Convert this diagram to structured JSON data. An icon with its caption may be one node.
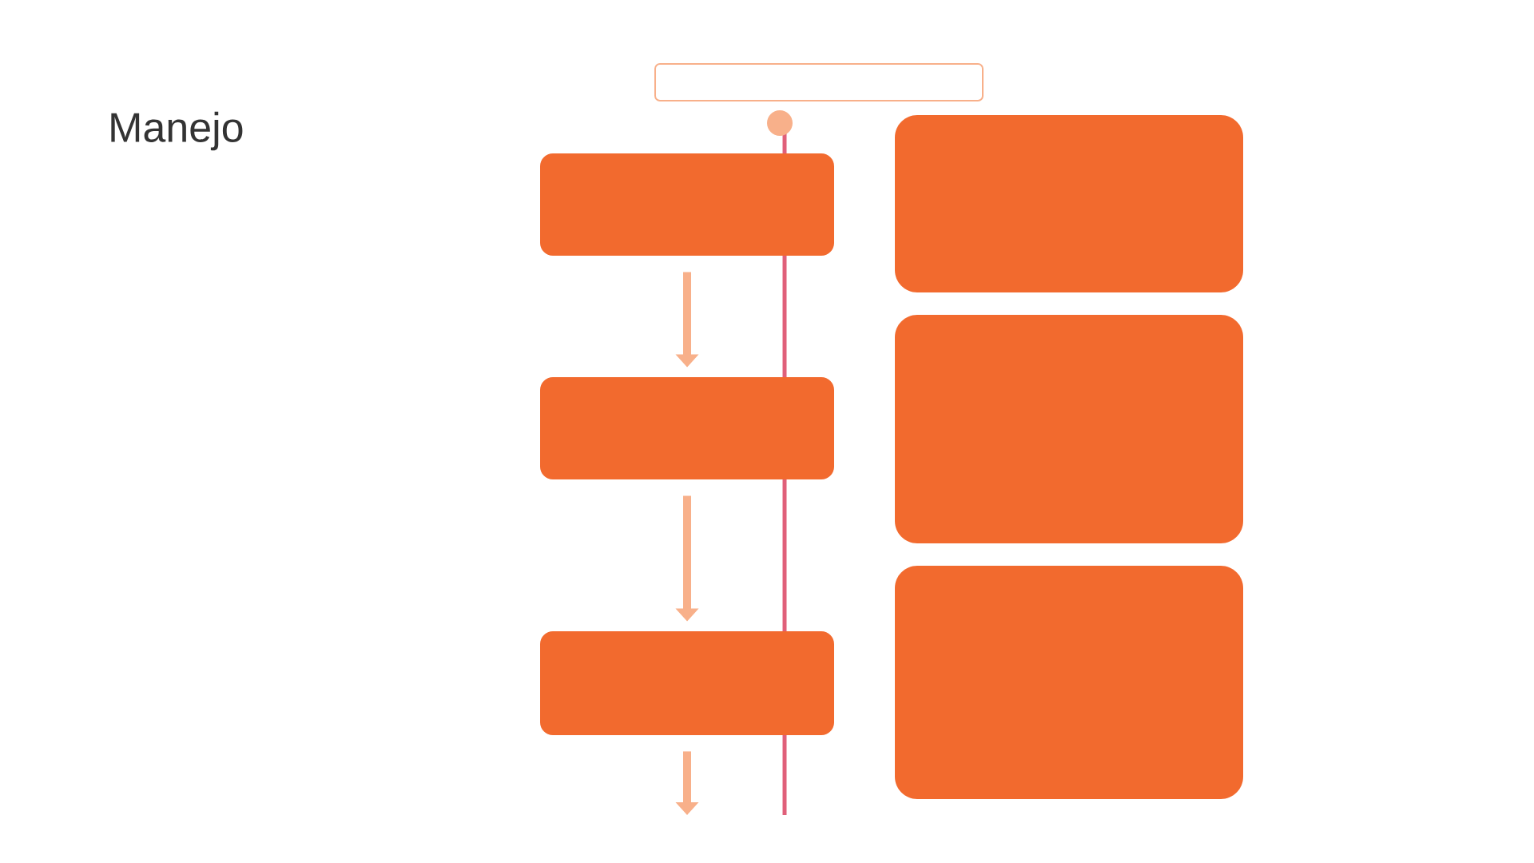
{
  "diagram": {
    "title": "Manejo",
    "nodes": [
      {
        "text": [],
        "shape": "box"
      },
      {
        "text": [],
        "shape": "box"
      },
      {
        "text": [],
        "shape": "box"
      },
      {
        "text": [],
        "shape": "box"
      },
      {
        "text": [],
        "shape": "box"
      },
      {
        "text": [],
        "shape": "box"
      },
      {
        "text": [],
        "shape": "box"
      }
    ],
    "edges": [
      {
        "from": 1,
        "to": 3,
        "arrow": "to"
      },
      {
        "from": 3,
        "to": 5,
        "arrow": "to"
      },
      {
        "from": 5,
        "to": null,
        "arrow": "to"
      }
    ]
  }
}
